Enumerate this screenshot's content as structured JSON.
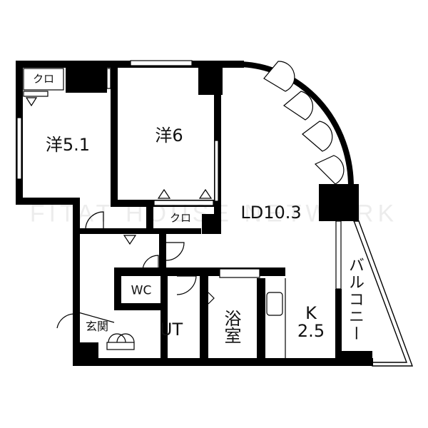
{
  "rooms": {
    "western_1_closet": "クロ",
    "western_1": "洋5.1",
    "western_2": "洋6",
    "western_2_closet": "クロ",
    "living_dining": "LD10.3",
    "balcony": "バルコニー",
    "toilet": "WC",
    "entrance": "玄関",
    "utility": "UT",
    "bathroom": "浴室",
    "kitchen_label": "K",
    "kitchen_size": "2.5"
  },
  "watermark": "FITAT HOUSE NETWORK",
  "colors": {
    "wall": "#000000",
    "background": "#ffffff"
  }
}
